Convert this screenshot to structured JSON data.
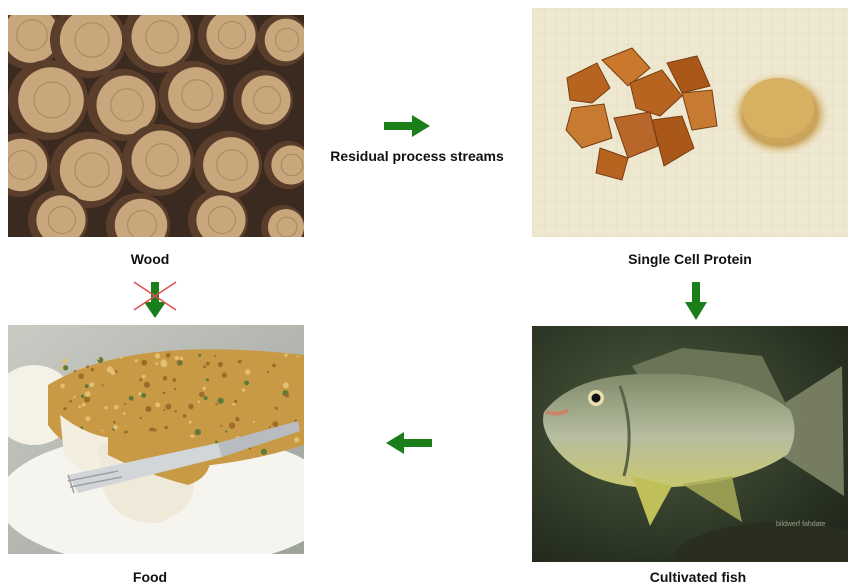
{
  "nodes": {
    "wood": {
      "label": "Wood"
    },
    "single_cell_protein": {
      "label": "Single Cell Protein"
    },
    "cultivated_fish": {
      "label": "Cultivated fish",
      "watermark": "bildwerf fahdate"
    },
    "food": {
      "label": "Food"
    }
  },
  "edges": {
    "wood_to_protein": {
      "label": "Residual process streams",
      "direction": "right"
    },
    "protein_to_fish": {
      "direction": "down"
    },
    "fish_to_food": {
      "direction": "left"
    },
    "wood_to_food": {
      "direction": "down",
      "crossed_out": true
    }
  },
  "colors": {
    "arrow": "#1a7f1a",
    "cross": "#e05050",
    "text": "#111111"
  },
  "icons": {
    "wood": "log-pile-photo",
    "single_cell_protein": "protein-flakes-and-powder-photo",
    "cultivated_fish": "tilapia-fish-photo",
    "food": "breaded-fish-plate-photo"
  }
}
